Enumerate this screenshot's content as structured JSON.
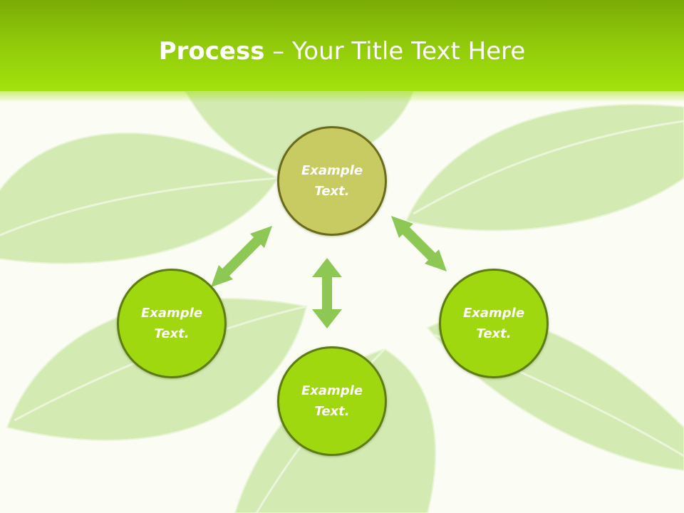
{
  "title": {
    "bold": "Process",
    "rest": " – Your Title Text Here"
  },
  "nodes": {
    "top": "Example Text.",
    "left": "Example Text.",
    "right": "Example Text.",
    "bottom": "Example Text."
  },
  "colors": {
    "header": "#9ed80c",
    "node_top_fill": "#c8cb62",
    "node_fill": "#9fd80e",
    "arrow": "#8cc853",
    "leaf": "#c6e6a2"
  }
}
